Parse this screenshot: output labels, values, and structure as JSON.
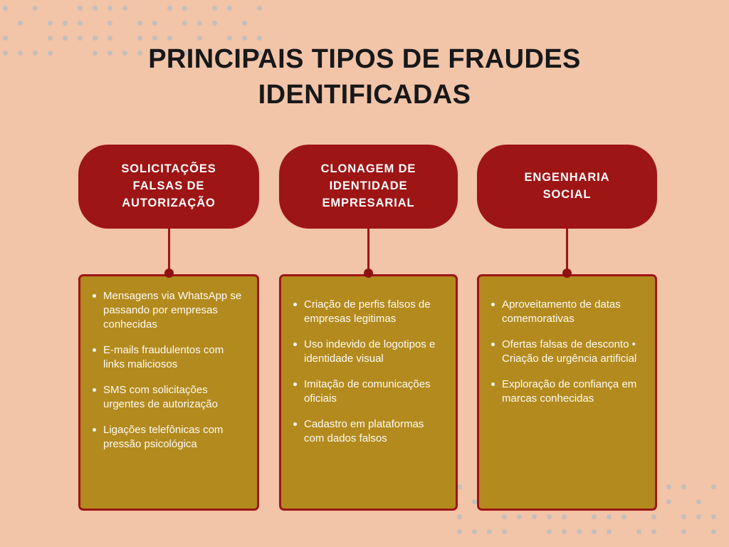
{
  "title": "PRINCIPAIS TIPOS DE FRAUDES\nIDENTIFICADAS",
  "colors": {
    "background": "#f2c4a8",
    "header_pill": "#9e1515",
    "card_body": "#b38a1d",
    "card_border": "#9e1515",
    "title_text": "#17181a",
    "body_text": "#fdfbf6",
    "decorative_dot": "#c3bfbb"
  },
  "columns": [
    {
      "header": "SOLICITAÇÕES\nFALSAS DE\nAUTORIZAÇÃO",
      "items": [
        "Mensagens via WhatsApp se passando por empresas conhecidas",
        "E-mails fraudulentos com links maliciosos",
        "SMS com solicitações urgentes de autorização",
        "Ligações telefônicas com pressão psicológica"
      ]
    },
    {
      "header": "CLONAGEM DE\nIDENTIDADE\nEMPRESARIAL",
      "items": [
        "Criação de perfis falsos de empresas legitimas",
        "Uso indevido de logotipos e identidade visual",
        "Imitação de comunicações oficiais",
        "Cadastro em plataformas com dados falsos"
      ]
    },
    {
      "header": "ENGENHARIA\nSOCIAL",
      "items": [
        "Aproveitamento de datas comemorativas",
        "Ofertas falsas de desconto • Criação de urgência artificial",
        "Exploração de confiança em marcas conhecidas"
      ]
    }
  ]
}
